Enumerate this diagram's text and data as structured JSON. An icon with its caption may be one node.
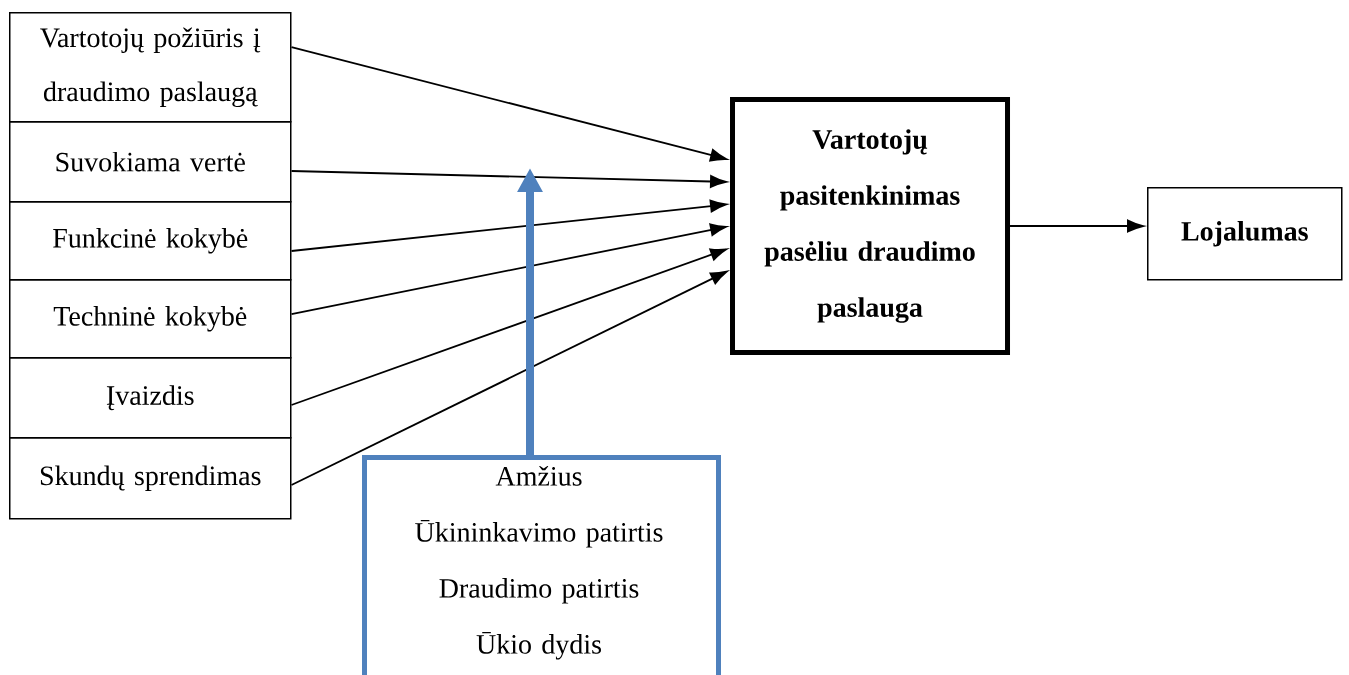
{
  "diagram": {
    "nodes": [
      {
        "text": [
          "Vartotojų požiūris į draudimo paslaugą"
        ]
      },
      {
        "text": [
          "Suvokiama vertė"
        ]
      },
      {
        "text": [
          "Funkcinė kokybė"
        ]
      },
      {
        "text": [
          "Techninė kokybė"
        ]
      },
      {
        "text": [
          "Įvaizdis"
        ]
      },
      {
        "text": [
          "Skundų sprendimas"
        ]
      },
      {
        "text": [
          "Vartotojų pasitenkinimas pasėliu draudimo paslauga"
        ]
      },
      {
        "text": [
          "Lojalumas"
        ]
      },
      {
        "text": [
          "Amžius",
          "Ūkininkavimo patirtis",
          "Draudimo patirtis",
          "Ūkio dydis"
        ]
      }
    ],
    "edges": [
      {
        "from": 0,
        "to": 6,
        "arrow": "to"
      },
      {
        "from": 1,
        "to": 6,
        "arrow": "to"
      },
      {
        "from": 2,
        "to": 6,
        "arrow": "to"
      },
      {
        "from": 3,
        "to": 6,
        "arrow": "to"
      },
      {
        "from": 4,
        "to": 6,
        "arrow": "to"
      },
      {
        "from": 5,
        "to": 6,
        "arrow": "to"
      },
      {
        "from": 6,
        "to": 7,
        "arrow": "to"
      },
      {
        "from": 8,
        "to": null,
        "arrow": "to",
        "style": "thick",
        "color": "#4f81bd"
      }
    ]
  }
}
